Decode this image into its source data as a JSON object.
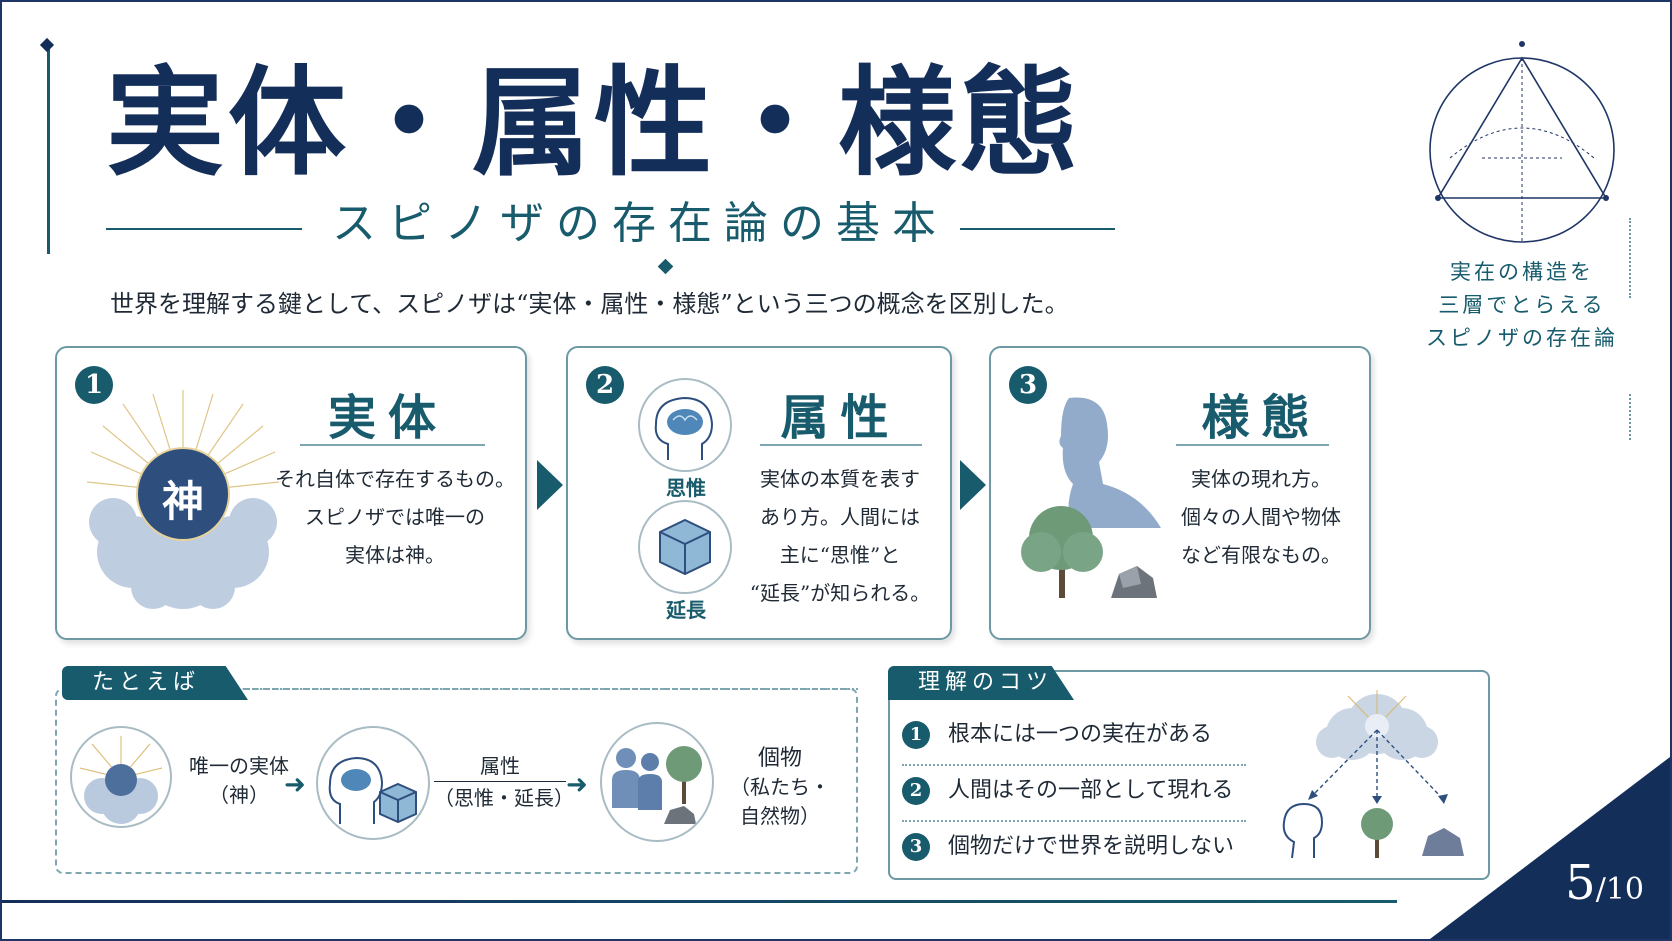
{
  "title": "実体・属性・様態",
  "subtitle": "スピノザの存在論の基本",
  "lead": "世界を理解する鍵として、スピノザは“実体・属性・様態”という三つの概念を区別した。",
  "side": {
    "lines": [
      "実在の構造を",
      "三層でとらえる",
      "スピノザの存在論"
    ]
  },
  "cards": [
    {
      "num": "1",
      "title": "実体",
      "icon_label": "神",
      "body": [
        "それ自体で存在するもの。",
        "スピノザでは唯一の",
        "実体は神。"
      ]
    },
    {
      "num": "2",
      "title": "属性",
      "icon_labels": [
        "思惟",
        "延長"
      ],
      "body": [
        "実体の本質を表す",
        "あり方。人間には",
        "主に“思惟”と",
        "“延長”が知られる。"
      ]
    },
    {
      "num": "3",
      "title": "様態",
      "body": [
        "実体の現れ方。",
        "個々の人間や物体",
        "など有限なもの。"
      ]
    }
  ],
  "example": {
    "tab": "たとえば",
    "label1": [
      "唯一の実体",
      "（神）"
    ],
    "label2": [
      "属性",
      "（思惟・延長）"
    ],
    "label3": [
      "個物",
      "（私たち・",
      "自然物）"
    ]
  },
  "tips": {
    "tab": "理解のコツ",
    "items": [
      {
        "num": "1",
        "text": "根本には一つの実在がある"
      },
      {
        "num": "2",
        "text": "人間はその一部として現れる"
      },
      {
        "num": "3",
        "text": "個物だけで世界を説明しない"
      }
    ]
  },
  "page": {
    "current": "5",
    "total": "/10"
  },
  "colors": {
    "navy": "#142e5a",
    "teal": "#175b6c",
    "border": "#6e99a4"
  }
}
